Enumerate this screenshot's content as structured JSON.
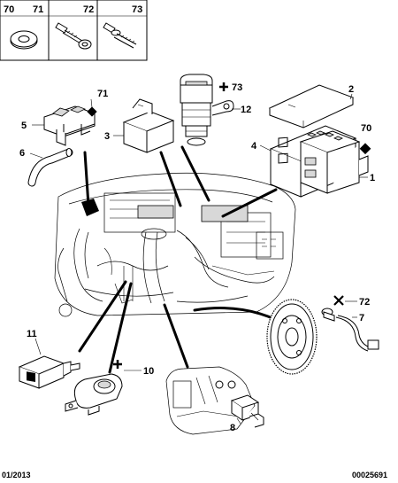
{
  "header_cells": [
    {
      "number": "70"
    },
    {
      "number": "71"
    },
    {
      "number": "72"
    },
    {
      "number": "73"
    }
  ],
  "callouts": {
    "c71": "71",
    "c73": "73",
    "c2": "2",
    "c5": "5",
    "c12": "12",
    "c3": "3",
    "c70": "70",
    "c4": "4",
    "c6": "6",
    "c1": "1",
    "c72": "72",
    "c7": "7",
    "c11": "11",
    "c10": "10",
    "c8": "8"
  },
  "footer": {
    "date": "01/2013",
    "reference": "00025691"
  }
}
